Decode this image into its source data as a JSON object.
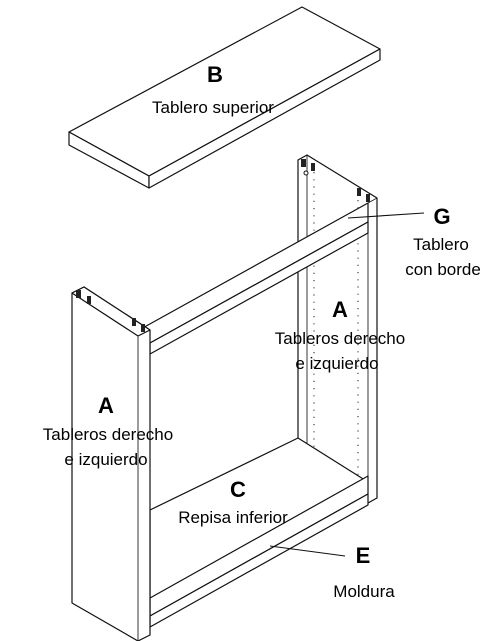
{
  "parts": {
    "top_panel": {
      "letter": "B",
      "name": "Tablero superior"
    },
    "edge_panel": {
      "letter": "G",
      "name_line1": "Tablero",
      "name_line2": "con borde"
    },
    "right_side": {
      "letter": "A",
      "name_line1": "Tableros derecho",
      "name_line2": "e izquierdo"
    },
    "left_side": {
      "letter": "A",
      "name_line1": "Tableros derecho",
      "name_line2": "e izquierdo"
    },
    "bottom_shelf": {
      "letter": "C",
      "name": "Repisa inferior"
    },
    "molding": {
      "letter": "E",
      "name": "Moldura"
    }
  }
}
